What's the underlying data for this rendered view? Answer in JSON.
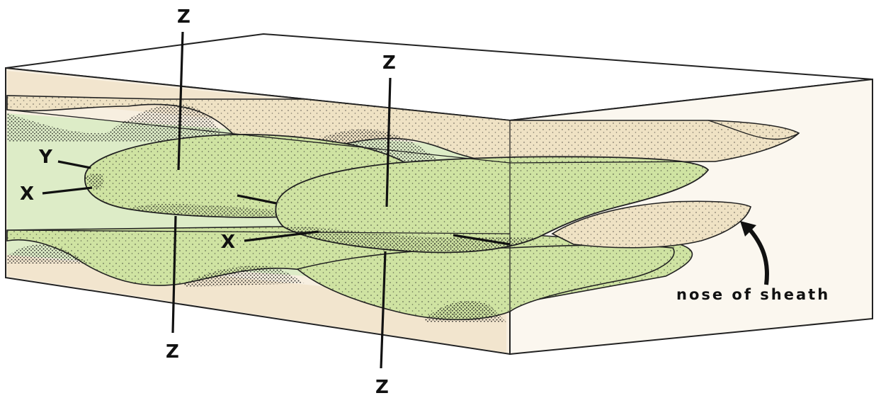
{
  "diagram": {
    "axis_labels": {
      "z_left_top": "Z",
      "z_left_bottom": "Z",
      "z_mid_top": "Z",
      "z_mid_bottom": "Z",
      "y_left": "Y",
      "x_left": "X",
      "x_mid": "X"
    },
    "annotation": "nose of sheath",
    "colors": {
      "green_fold": "#cfe3a2",
      "green_light": "#dcebc0",
      "tan_layer": "#efe2c4",
      "tan_dark": "#e4cfa6",
      "outline": "#1a1a1a"
    }
  }
}
